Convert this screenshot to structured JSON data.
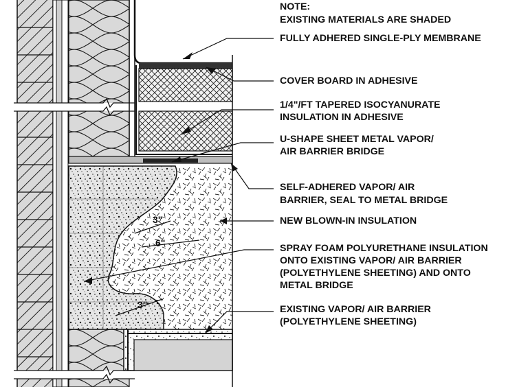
{
  "notes": {
    "heading": "NOTE:",
    "existing": "EXISTING MATERIALS ARE SHADED"
  },
  "labels": {
    "membrane": "FULLY ADHERED SINGLE-PLY MEMBRANE",
    "cover_board": "COVER BOARD IN ADHESIVE",
    "tapered_1": "1/4\"/FT TAPERED ISOCYANURATE",
    "tapered_2": "INSULATION IN ADHESIVE",
    "bridge_1": "U-SHAPE SHEET METAL VAPOR/",
    "bridge_2": "AIR BARRIER BRIDGE",
    "self_adhered_1": "SELF-ADHERED VAPOR/ AIR",
    "self_adhered_2": "BARRIER, SEAL TO METAL BRIDGE",
    "blown_in": "NEW BLOWN-IN INSULATION",
    "spray_1": "SPRAY FOAM POLYURETHANE INSULATION",
    "spray_2": "ONTO EXISTING VAPOR/ AIR BARRIER",
    "spray_3": "(POLYETHYLENE SHEETING) AND ONTO",
    "spray_4": "METAL BRIDGE",
    "existing_vb_1": "EXISTING VAPOR/ AIR BARRIER",
    "existing_vb_2": "(POLYETHYLENE SHEETING)"
  },
  "dimensions": {
    "d1": "3\"",
    "d2": "6\"",
    "d3": "3\""
  }
}
